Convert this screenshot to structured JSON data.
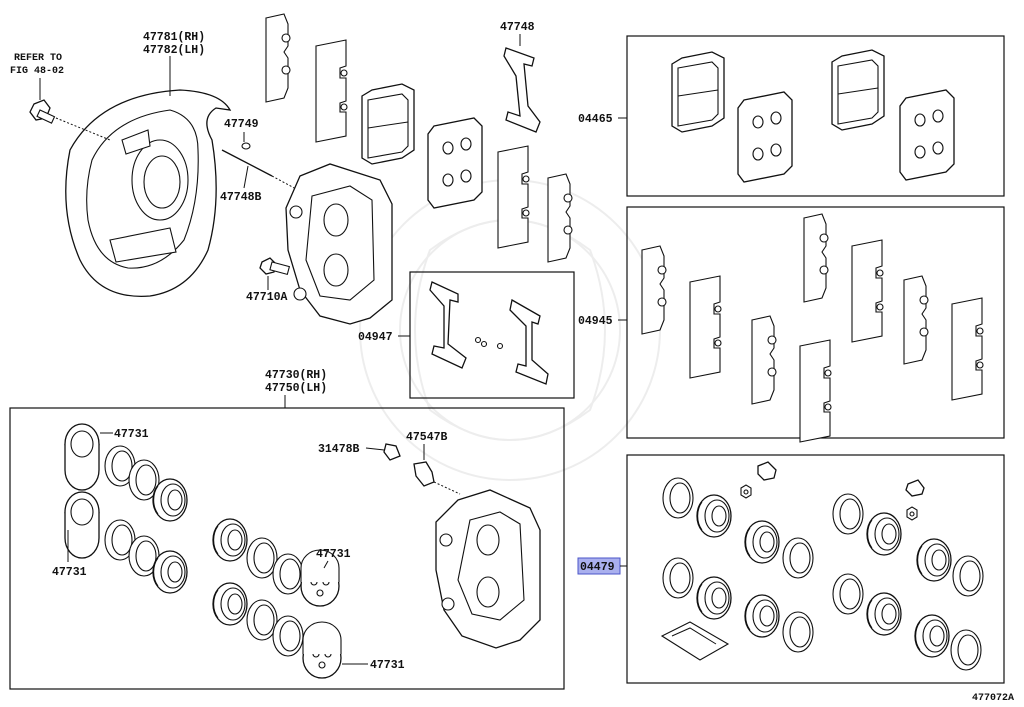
{
  "labels": {
    "refer_to": "REFER TO",
    "fig": "FIG 48-02",
    "p47781": "47781(RH)",
    "p47782": "47782(LH)",
    "p47749": "47749",
    "p47748b": "47748B",
    "p47710a": "47710A",
    "p47748": "47748",
    "p04465": "04465",
    "p04945": "04945",
    "p04947": "04947",
    "p47730": "47730(RH)",
    "p47750": "47750(LH)",
    "p47731a": "47731",
    "p47731b": "47731",
    "p47731c": "47731",
    "p47731d": "47731",
    "p31478b": "31478B",
    "p47547b": "47547B",
    "p04479": "04479",
    "figure_code": "477072A"
  },
  "highlight_color": "#aab0ee"
}
